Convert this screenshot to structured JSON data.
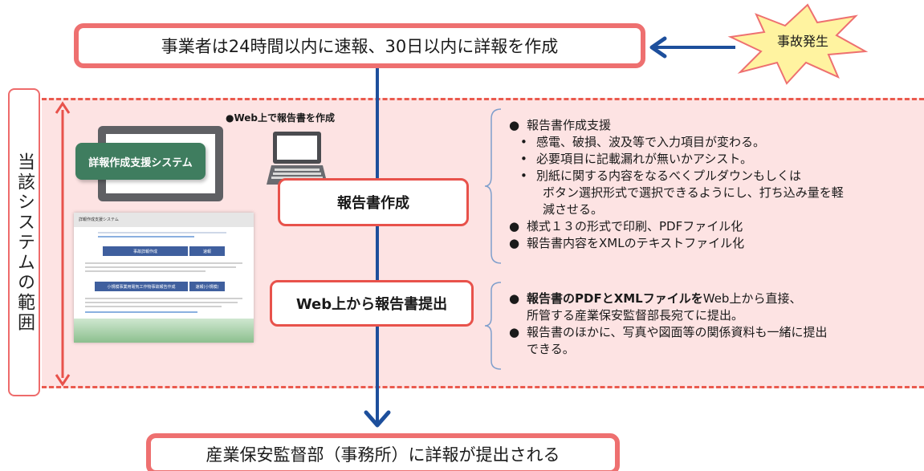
{
  "top_box": {
    "text": "事業者は24時間以内に速報、30日以内に詳報を作成"
  },
  "incident_burst": {
    "text": "事故発生"
  },
  "scope_label": {
    "text": "当該システムの範囲"
  },
  "web_create_note": {
    "text": "●Web上で報告書を作成"
  },
  "system_badge": {
    "text": "詳報作成支援システム"
  },
  "report_create_box": {
    "text": "報告書作成"
  },
  "web_submit_box": {
    "text": "Web上から報告書提出"
  },
  "bottom_box": {
    "text": "産業保安監督部（事務所）に詳報が提出される"
  },
  "mock_screen": {
    "title": "詳報作成支援システム",
    "btn1": "事故詳報作成",
    "btn1b": "速報",
    "btn2": "小規模事業用電気工作物事故報告作成",
    "btn2b": "速報(小規模)"
  },
  "creation_bullets": {
    "main": "報告書作成支援",
    "subs": [
      "感電、破損、波及等で入力項目が変わる。",
      "必要項目に記載漏れが無いかアシスト。",
      "別紙に関する内容をなるべくプルダウンもしくは"
    ],
    "sub3_cont1": "ボタン選択形式で選択できるようにし、打ち込み量を軽",
    "sub3_cont2": "減させる。",
    "b2": "様式１３の形式で印刷、PDFファイル化",
    "b3": "報告書内容をXMLのテキストファイル化"
  },
  "submit_bullets": {
    "b1_bold": "報告書のPDFとXMLファイルを",
    "b1_rest": "Web上から直接、",
    "b1_cont": "所管する産業保安監督部長宛てに提出。",
    "b2": "報告書のほかに、写真や図面等の関係資料も一緒に提出",
    "b2_cont": "できる。"
  },
  "colors": {
    "accent_red": "#e8524b",
    "region_pink": "#fde3e3",
    "flow_blue": "#1d4f9c",
    "system_green": "#3f7d5f",
    "burst_yellow": "#fff3a0"
  }
}
